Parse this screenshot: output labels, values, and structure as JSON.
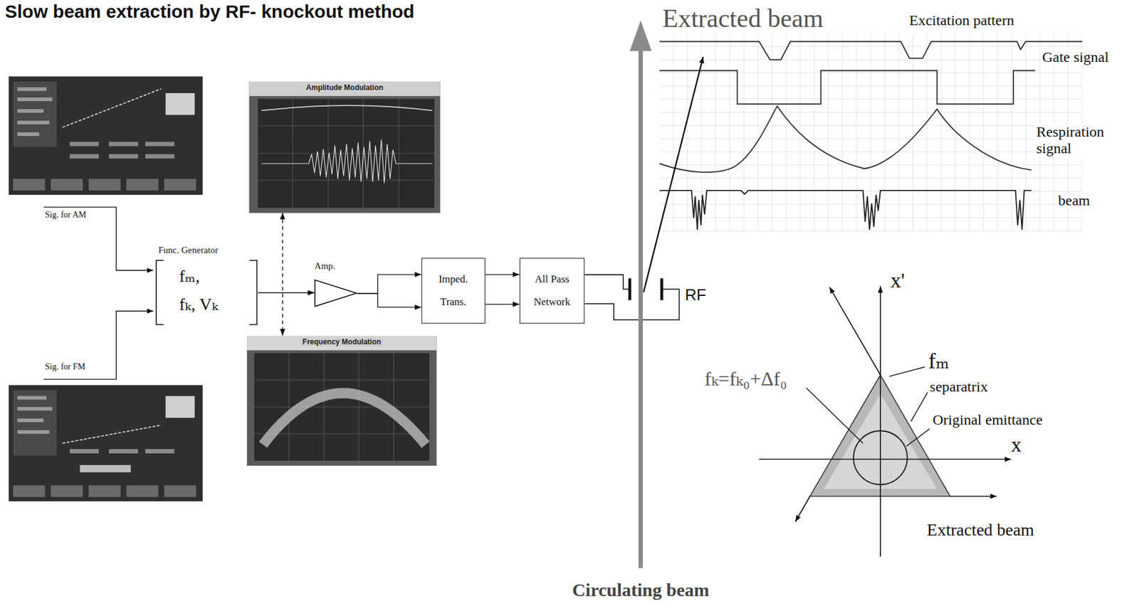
{
  "diagram": {
    "title": "Slow beam extraction by RF- knockout method",
    "nodes": [
      {
        "text": [
          "Amplitude Modulation"
        ]
      },
      {
        "text": [
          "Func. Generator",
          "fₘ,",
          "fₖ, Vₖ"
        ]
      },
      {
        "text": [
          "Amp."
        ]
      },
      {
        "text": [
          "Imped. Trans."
        ]
      },
      {
        "text": [
          "All Pass Network"
        ]
      },
      {
        "text": [
          "Frequency Modulation"
        ]
      }
    ],
    "edges": [
      {
        "from": 1,
        "to": 2,
        "arrow": "to"
      },
      {
        "from": 2,
        "to": 3,
        "arrow": "to"
      },
      {
        "from": 2,
        "to": 3,
        "arrow": "to"
      },
      {
        "from": 3,
        "to": 4,
        "arrow": "to"
      },
      {
        "from": 3,
        "to": 4,
        "arrow": "to"
      },
      {
        "from": 0,
        "to": 5,
        "arrow": "both"
      }
    ],
    "labels": [
      "Sig. for AM",
      "Sig. for FM",
      "RF",
      "Extracted beam",
      "Excitation pattern",
      "Gate signal",
      "Respiration signal",
      "beam",
      "Circulating beam",
      "x'",
      "x",
      "fₘ",
      "fₖ=fₖ₀+Δf₀",
      "separatrix",
      "Original emittance",
      "Extracted beam"
    ]
  }
}
